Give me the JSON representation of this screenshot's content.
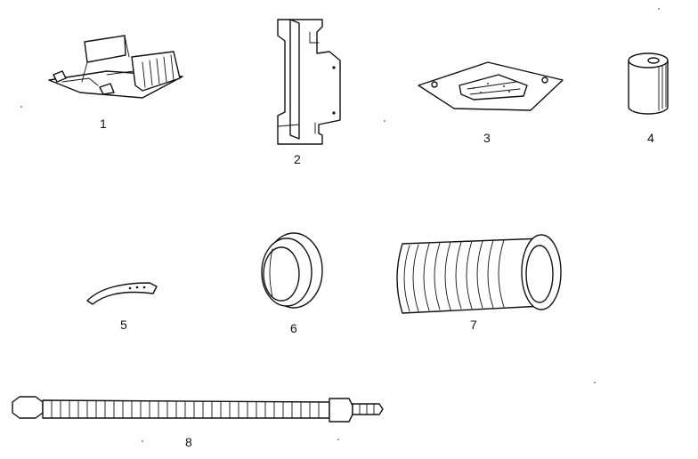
{
  "parts": [
    {
      "number": "1",
      "shape": "bracket-tray"
    },
    {
      "number": "2",
      "shape": "mounting-plate"
    },
    {
      "number": "3",
      "shape": "gasket-pad"
    },
    {
      "number": "4",
      "shape": "roller"
    },
    {
      "number": "5",
      "shape": "strap"
    },
    {
      "number": "6",
      "shape": "grommet"
    },
    {
      "number": "7",
      "shape": "bellows-sleeve"
    },
    {
      "number": "8",
      "shape": "flexible-hose"
    }
  ],
  "colors": {
    "ink": "#111111",
    "paper": "#ffffff"
  }
}
